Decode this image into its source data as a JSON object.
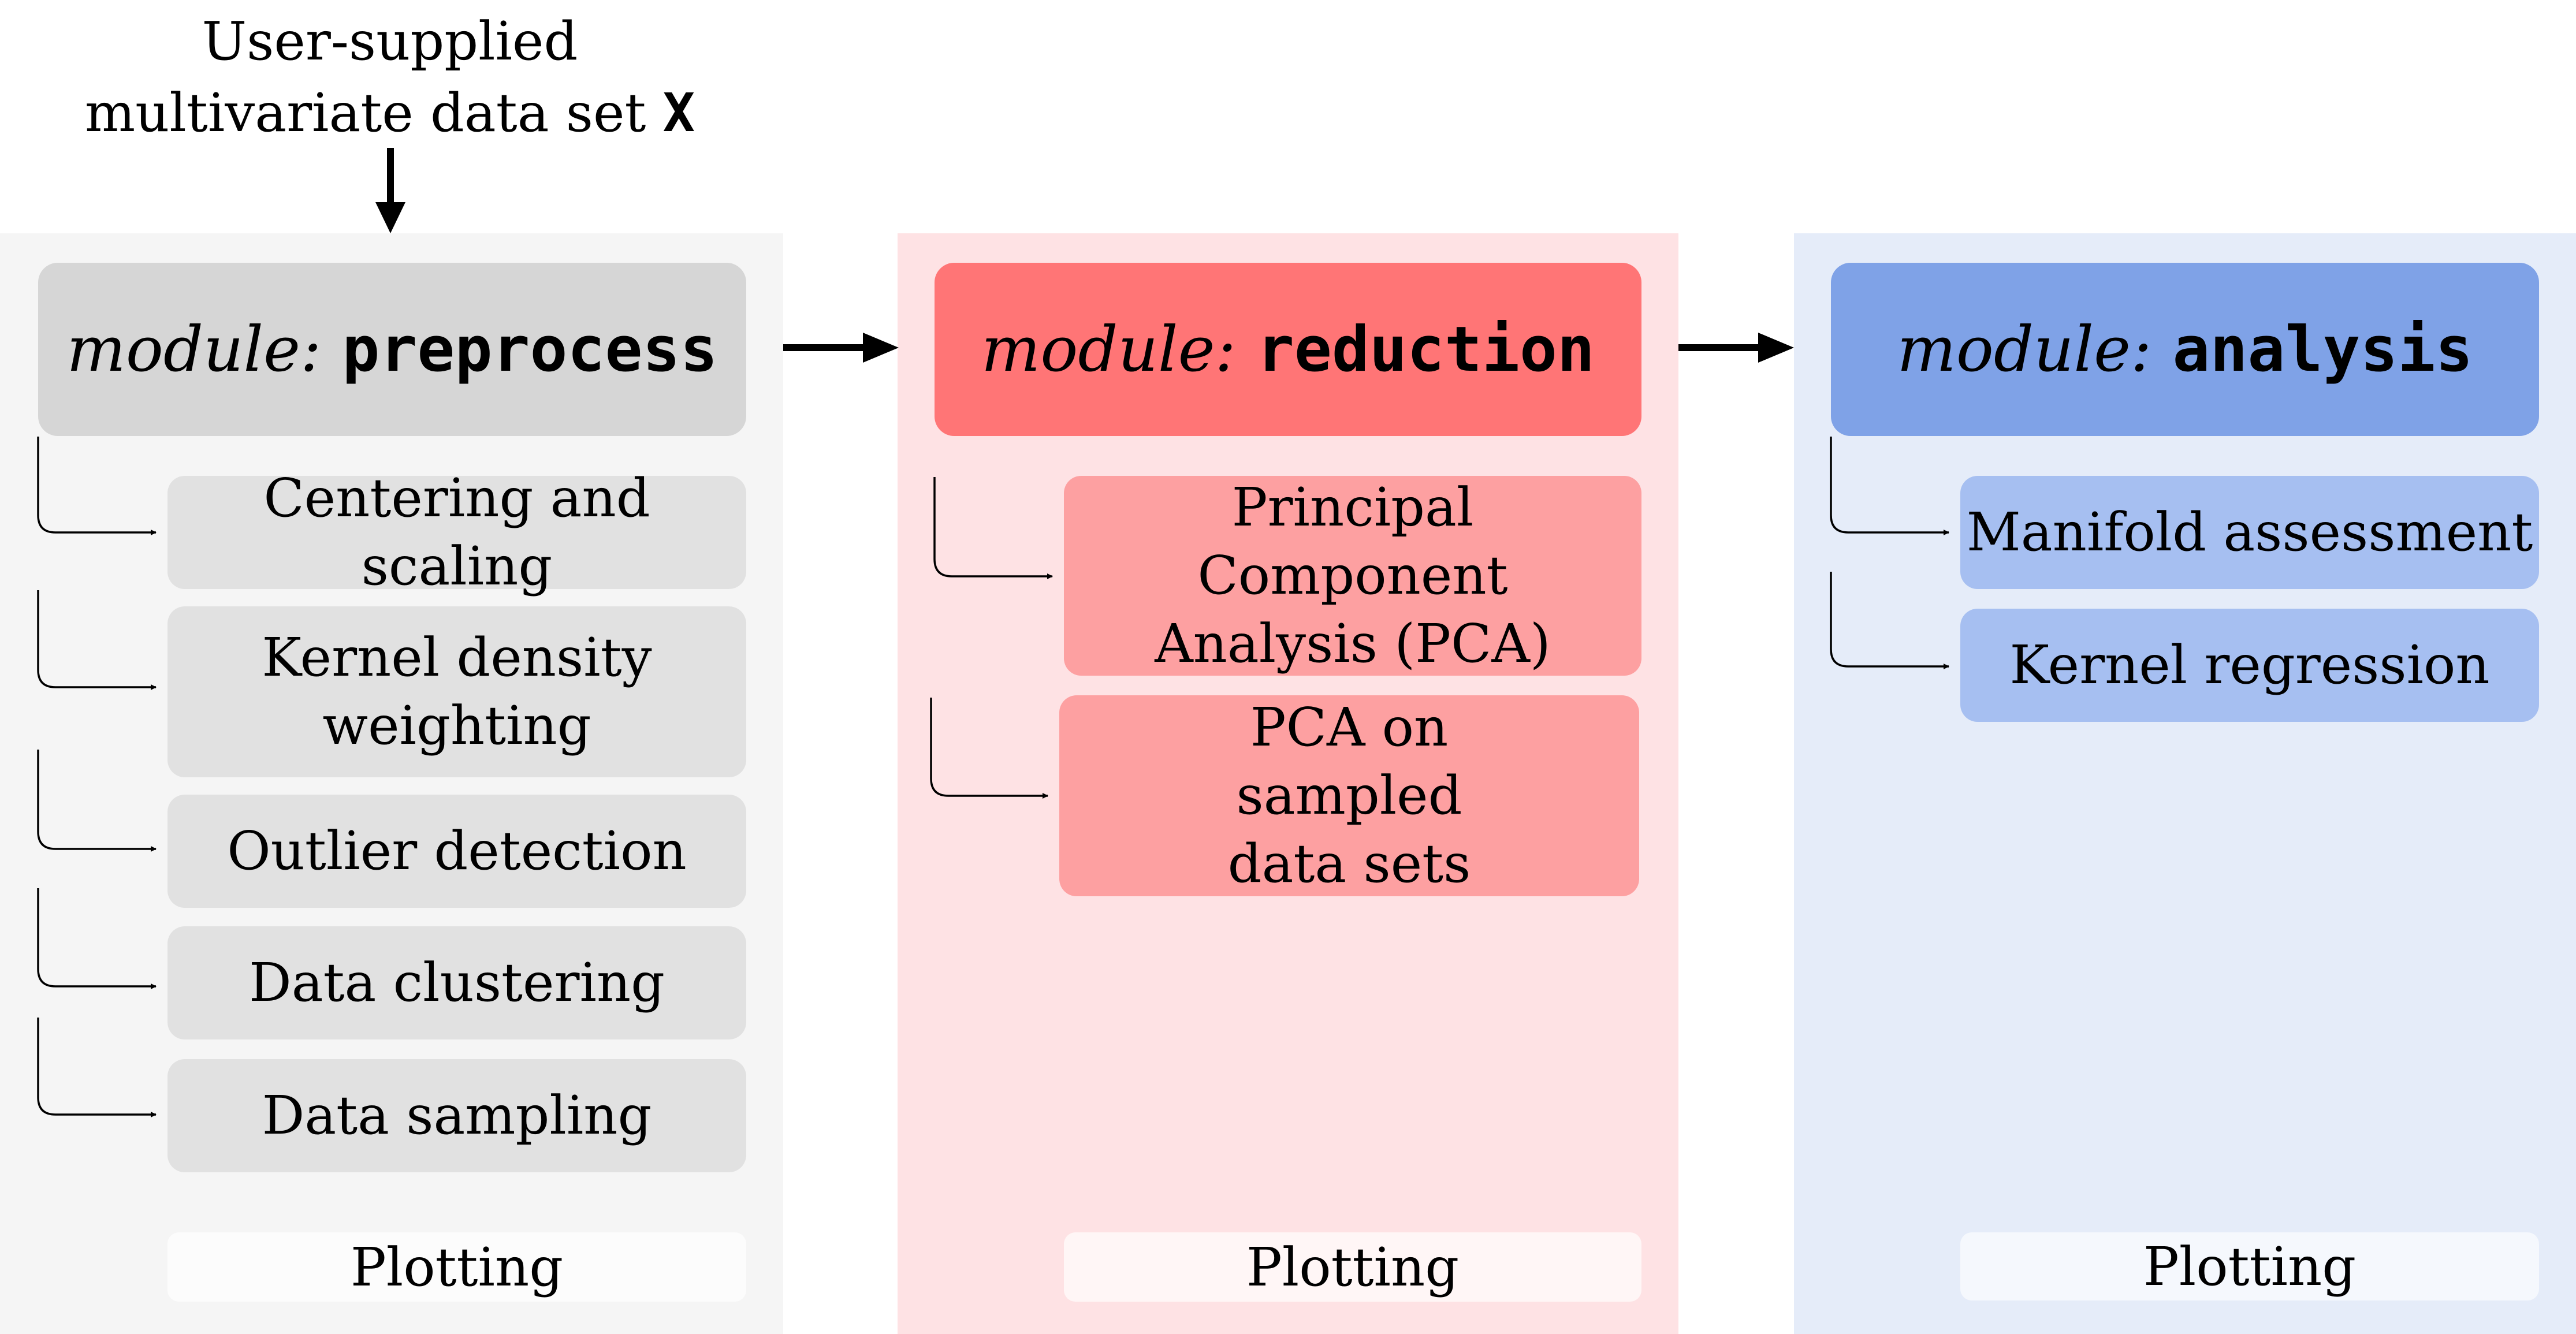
{
  "input": {
    "line1": "User-supplied",
    "line2": "multivariate data set",
    "symbol": "X"
  },
  "modules": [
    {
      "keyword": "module:",
      "name": "preprocess",
      "submodules": [
        "Centering and scaling",
        "Kernel density weighting",
        "Outlier detection",
        "Data clustering",
        "Data sampling"
      ],
      "plotting": "Plotting"
    },
    {
      "keyword": "module:",
      "name": "reduction",
      "submodules": [
        "Principal Component Analysis (PCA)",
        "PCA on sampled data sets"
      ],
      "plotting": "Plotting"
    },
    {
      "keyword": "module:",
      "name": "analysis",
      "submodules": [
        "Manifold assessment",
        "Kernel regression"
      ],
      "plotting": "Plotting"
    }
  ],
  "colors": {
    "preprocess_panel": "#f5f5f5",
    "preprocess_header": "#d6d6d6",
    "preprocess_box": "#e1e1e1",
    "reduction_panel": "#fee2e4",
    "reduction_header": "#ff7576",
    "reduction_box": "#fda0a1",
    "analysis_panel": "#e5ecf9",
    "analysis_header": "#7fa2e7",
    "analysis_box": "#a6bff1"
  }
}
